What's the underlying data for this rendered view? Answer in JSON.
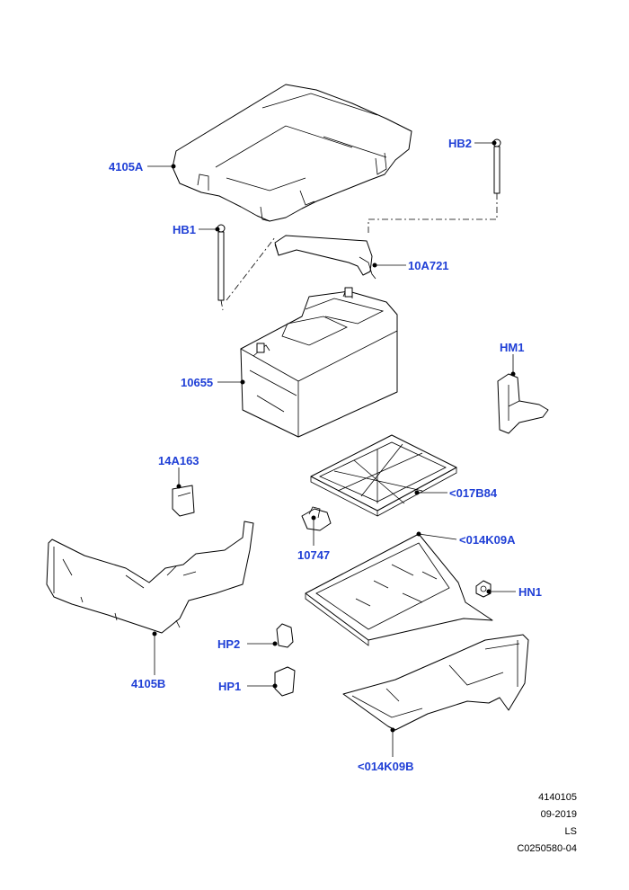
{
  "labels": {
    "cover_top": "4105A",
    "bolt_hb2": "HB2",
    "bolt_hb1": "HB1",
    "clamp": "10A721",
    "battery": "10655",
    "bracket_hm1": "HM1",
    "part_14a163": "14A163",
    "mat": "<017B84",
    "part_10747": "10747",
    "tray": "<014K09A",
    "nut_hn1": "HN1",
    "cover_side": "4105B",
    "clip_hp2": "HP2",
    "clip_hp1": "HP1",
    "support": "<014K09B"
  },
  "meta": {
    "illustration_number": "4140105",
    "date": "09-2019",
    "code": "LS",
    "reference": "C0250580-04"
  },
  "colors": {
    "callout": "#1f3fd6",
    "line": "#000000"
  }
}
